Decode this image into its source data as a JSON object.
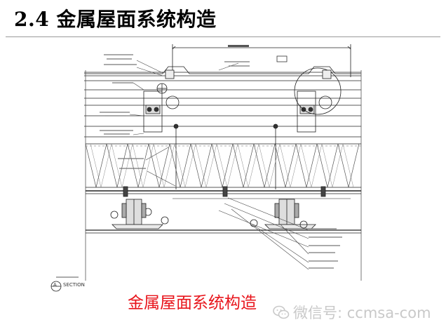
{
  "page": {
    "title": "2.4 金属屋面系统构造",
    "caption": "金属屋面系统构造",
    "watermark": "微信号: ccmsa-com"
  },
  "drawing": {
    "section_label": "A",
    "section_text": "SECTION",
    "icons": [
      "section-marker-icon",
      "wechat-icon"
    ]
  }
}
